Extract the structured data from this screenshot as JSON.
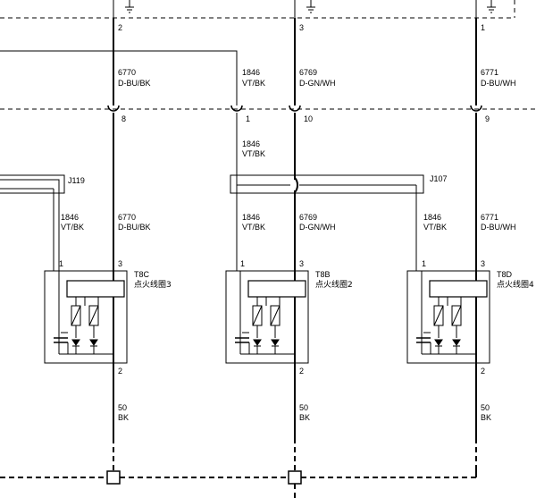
{
  "pins_top": [
    "2",
    "3",
    "1"
  ],
  "pins_mid": [
    "8",
    "1",
    "10",
    "9"
  ],
  "pins_coil": [
    "1",
    "3",
    "2"
  ],
  "top_wires": [
    {
      "circuit": "6770",
      "color": "D-BU/BK"
    },
    {
      "circuit": "1846",
      "color": "VT/BK"
    },
    {
      "circuit": "6769",
      "color": "D-GN/WH"
    },
    {
      "circuit": "6771",
      "color": "D-BU/WH"
    }
  ],
  "mid_wire": {
    "circuit": "1846",
    "color": "VT/BK"
  },
  "splices": [
    "J119",
    "J107"
  ],
  "coil_wires": [
    {
      "circuit": "1846",
      "color": "VT/BK"
    },
    {
      "circuit": "6770",
      "color": "D-BU/BK"
    },
    {
      "circuit": "1846",
      "color": "VT/BK"
    },
    {
      "circuit": "6769",
      "color": "D-GN/WH"
    },
    {
      "circuit": "1846",
      "color": "VT/BK"
    },
    {
      "circuit": "6771",
      "color": "D-BU/WH"
    }
  ],
  "coils": [
    {
      "ref": "T8C",
      "name": "点火线圈3"
    },
    {
      "ref": "T8B",
      "name": "点火线圈2"
    },
    {
      "ref": "T8D",
      "name": "点火线圈4"
    }
  ],
  "ground_wires": [
    {
      "circuit": "50",
      "color": "BK"
    },
    {
      "circuit": "50",
      "color": "BK"
    },
    {
      "circuit": "50",
      "color": "BK"
    }
  ]
}
